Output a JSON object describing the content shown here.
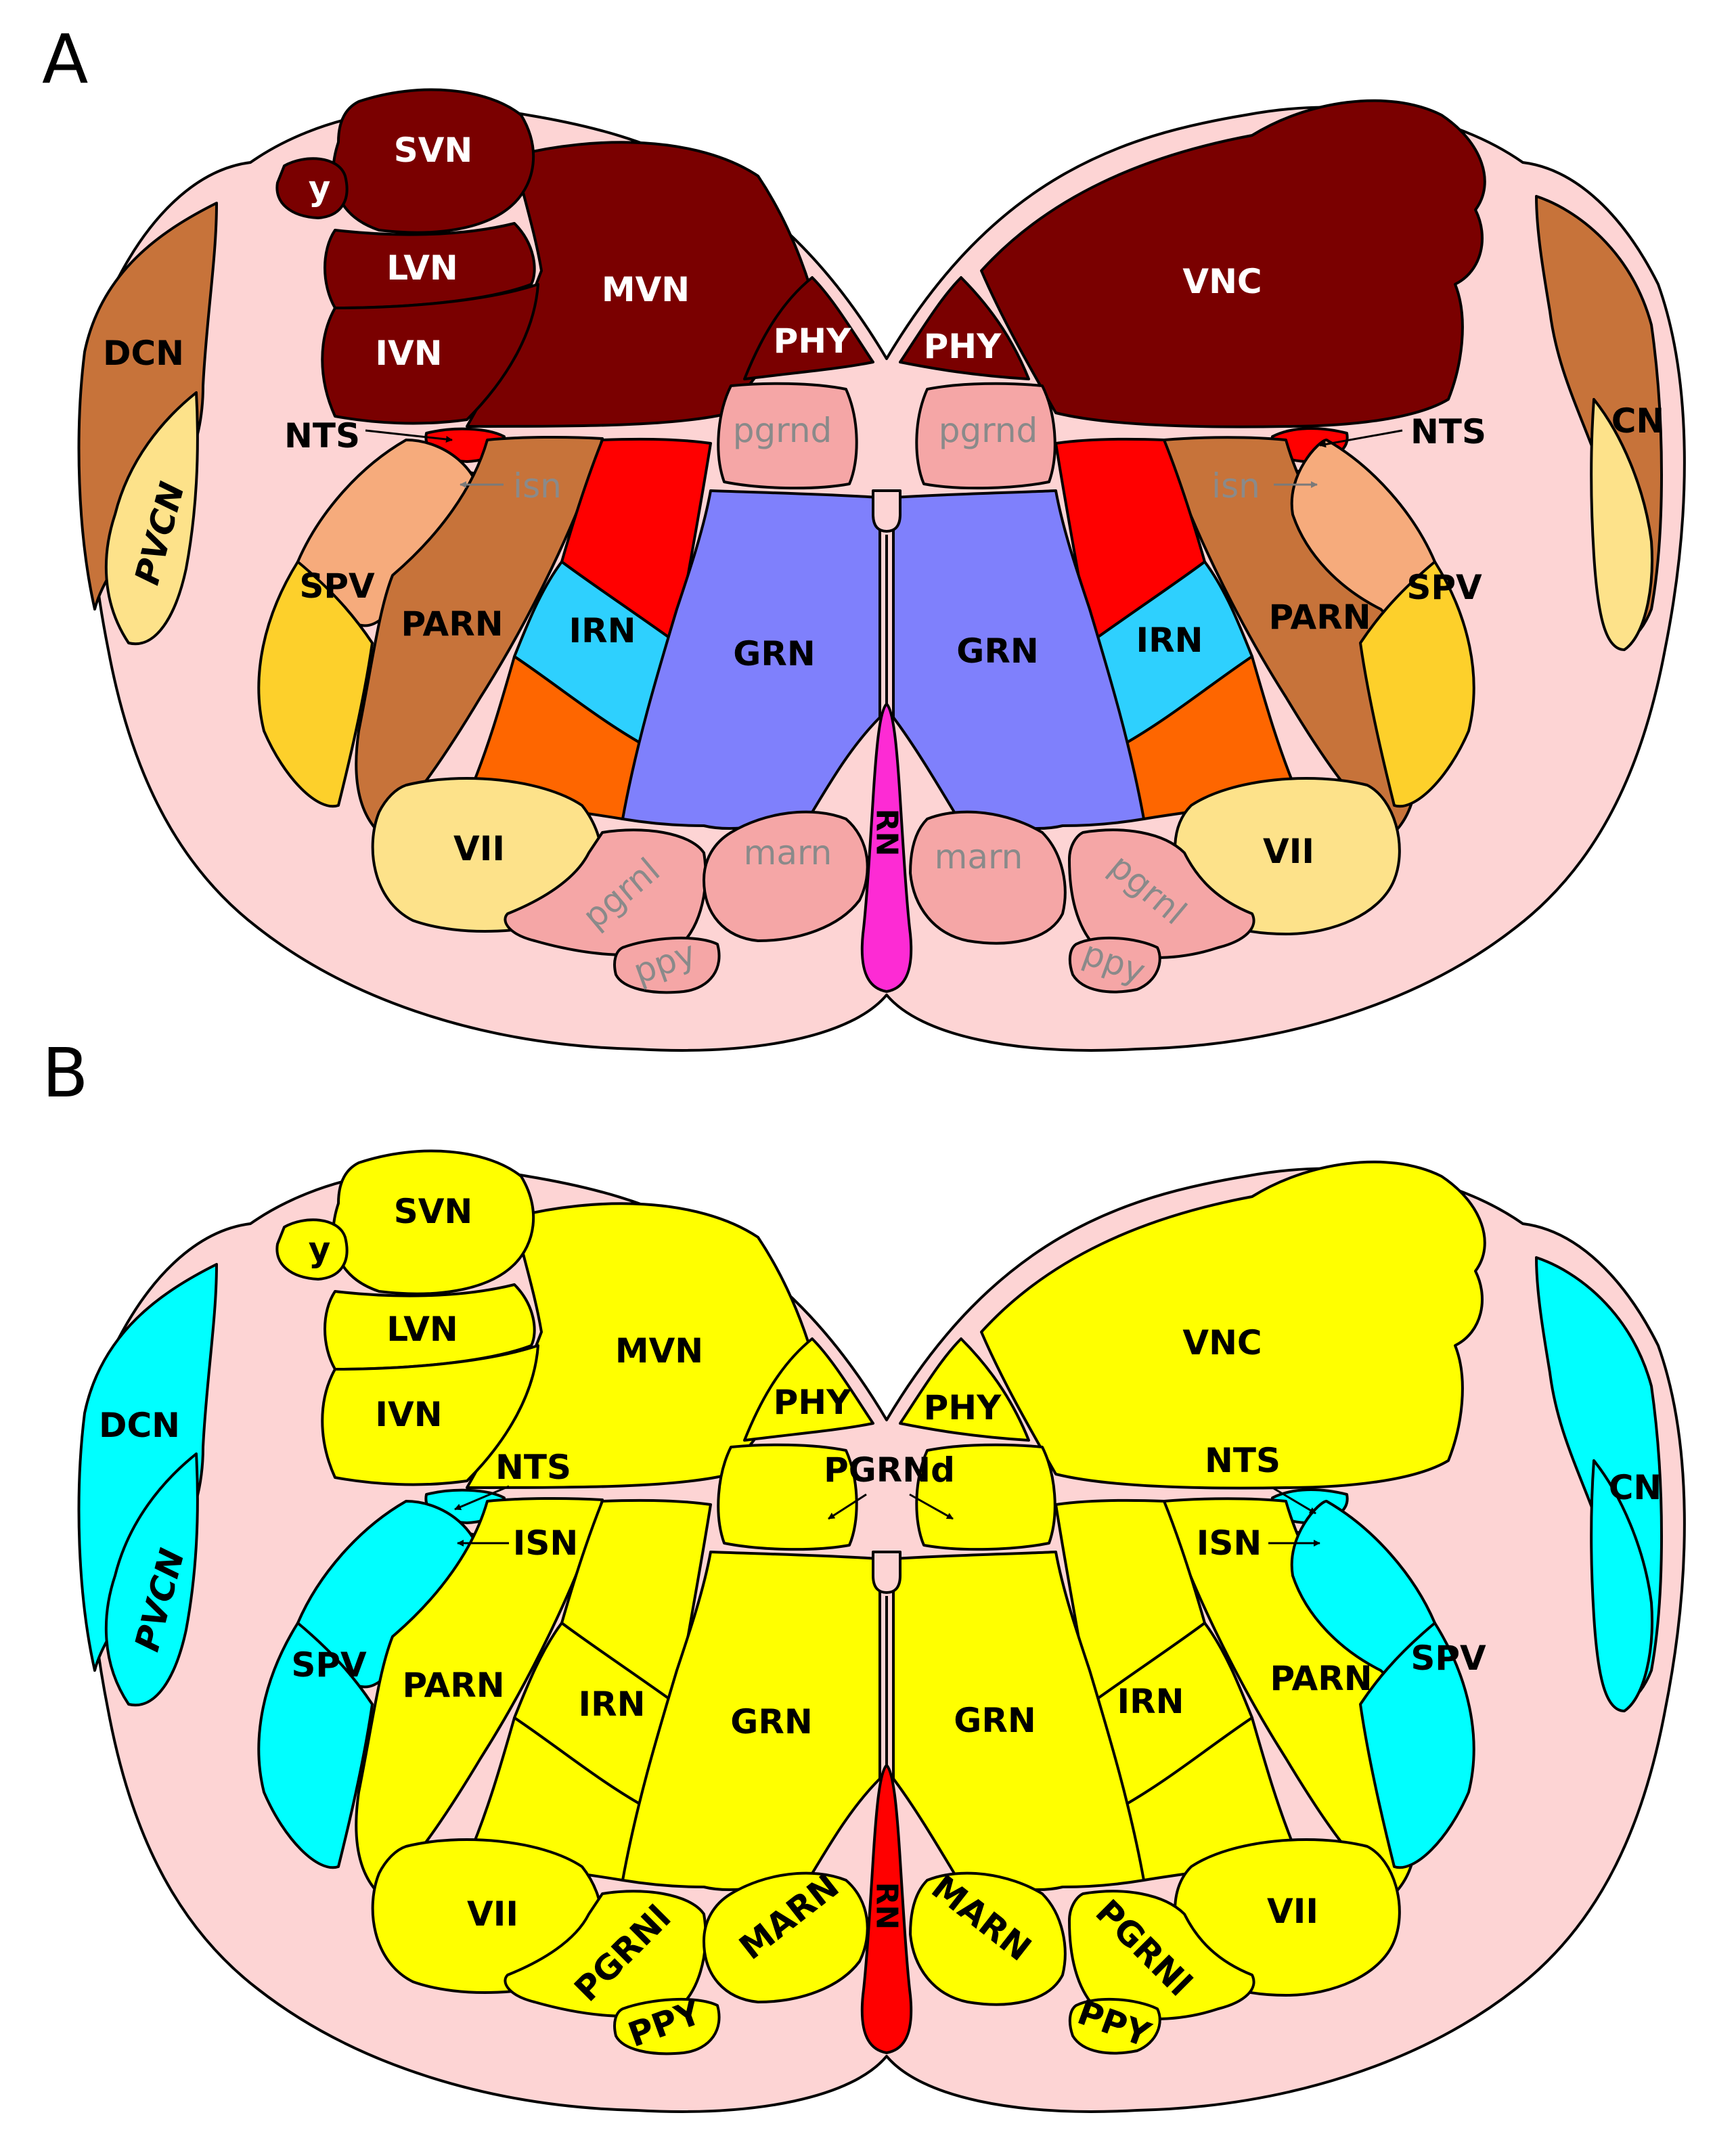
{
  "panels": {
    "A": {
      "letter": "A",
      "colors": {
        "bg": "#fdd4d4",
        "vest": "#7a0000",
        "cochlear": "#c7733a",
        "pvcn": "#fde28a",
        "spv_top": "#f6ab7c",
        "spv_bot": "#fdd02b",
        "parn": "#c7733a",
        "irn_red": "#ff0000",
        "irn_cyan": "#2ed0fe",
        "irn_orange": "#fe6600",
        "grn": "#7f80fc",
        "pink": "#f5a6a6",
        "vii": "#fde28a",
        "rn": "#fd2bd4",
        "nts": "#ff0000"
      },
      "labels": {
        "svn": "SVN",
        "y": "y",
        "lvn": "LVN",
        "ivn": "IVN",
        "mvn": "MVN",
        "phy_l": "PHY",
        "phy_r": "PHY",
        "vnc": "VNC",
        "dcn": "DCN",
        "pvcn": "PVCN",
        "cn": "CN",
        "nts_l": "NTS",
        "nts_r": "NTS",
        "isn_l": "isn",
        "isn_r": "isn",
        "pgrnd_l": "pgrnd",
        "pgrnd_r": "pgrnd",
        "spv_l": "SPV",
        "spv_r": "SPV",
        "parn_l": "PARN",
        "parn_r": "PARN",
        "irn_l": "IRN",
        "irn_r": "IRN",
        "grn_l": "GRN",
        "grn_r": "GRN",
        "vii_l": "VII",
        "vii_r": "VII",
        "marn_l": "marn",
        "marn_r": "marn",
        "pgrnl_l": "pgrnl",
        "pgrnl_r": "pgrnl",
        "ppy_l": "ppy",
        "ppy_r": "ppy",
        "rn": "RN"
      }
    },
    "B": {
      "letter": "B",
      "colors": {
        "bg": "#fdd4d4",
        "vest": "#ffff00",
        "cochlear": "#00ffff",
        "pvcn": "#00ffff",
        "spv_top": "#00ffff",
        "spv_bot": "#00ffff",
        "parn": "#ffff00",
        "irn_red": "#ffff00",
        "irn_cyan": "#ffff00",
        "irn_orange": "#ffff00",
        "grn": "#ffff00",
        "pink": "#ffff00",
        "vii": "#ffff00",
        "rn": "#ff0000",
        "nts": "#00ffff"
      },
      "labels": {
        "svn": "SVN",
        "y": "y",
        "lvn": "LVN",
        "ivn": "IVN",
        "mvn": "MVN",
        "phy_l": "PHY",
        "phy_r": "PHY",
        "vnc": "VNC",
        "dcn": "DCN",
        "pvcn": "PVCN",
        "cn": "CN",
        "nts_l": "NTS",
        "nts_r": "NTS",
        "isn_l": "ISN",
        "isn_r": "ISN",
        "pgrnd_c": "PGRNd",
        "spv_l": "SPV",
        "spv_r": "SPV",
        "parn_l": "PARN",
        "parn_r": "PARN",
        "irn_l": "IRN",
        "irn_r": "IRN",
        "grn_l": "GRN",
        "grn_r": "GRN",
        "vii_l": "VII",
        "vii_r": "VII",
        "marn_l": "MARN",
        "marn_r": "MARN",
        "pgrnl_l": "PGRNl",
        "pgrnl_r": "PGRNl",
        "ppy_l": "PPY",
        "ppy_r": "PPY",
        "rn": "RN"
      }
    }
  }
}
